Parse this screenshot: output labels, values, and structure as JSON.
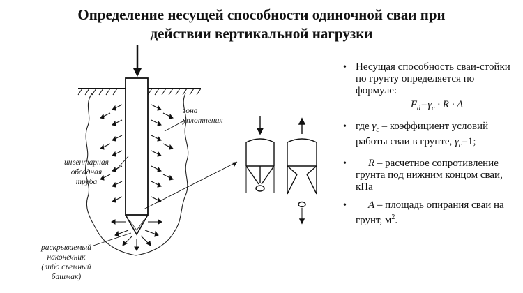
{
  "title": {
    "line1": "Определение несущей способности одиночной сваи при",
    "line2": "действии вертикальной нагрузки"
  },
  "diagram": {
    "labels": {
      "zone_line1": "зона",
      "zone_line2": "уплотнения",
      "casing_line1": "инвентарная",
      "casing_line2": "обсадная",
      "casing_line3": "труба",
      "tip_line1": "раскрываемый",
      "tip_line2": "наконечник",
      "tip_line3": "(либо съемный",
      "tip_line4": "башмак)"
    }
  },
  "bullets": {
    "item1_text": "Несущая способность сваи-стойки по грунту определяется по формуле:",
    "formula": {
      "lhs": "F",
      "lhs_sub": "d",
      "eq": "=",
      "gamma": "γ",
      "gamma_sub": "c",
      "rest": " · R · A"
    },
    "item2": {
      "prefix": "где ",
      "gamma": "γ",
      "gamma_sub": "c",
      "mid": " – коэффициент условий работы сваи в грунте, ",
      "gamma2": "γ",
      "gamma2_sub": "c",
      "suffix": "=1;"
    },
    "item3": {
      "symbol": "R",
      "text": " – расчетное сопротивление грунта под нижним концом сваи, кПа"
    },
    "item4": {
      "symbol": "A",
      "text": " – площадь опирания сваи на грунт, м",
      "sup": "2",
      "end": "."
    }
  }
}
